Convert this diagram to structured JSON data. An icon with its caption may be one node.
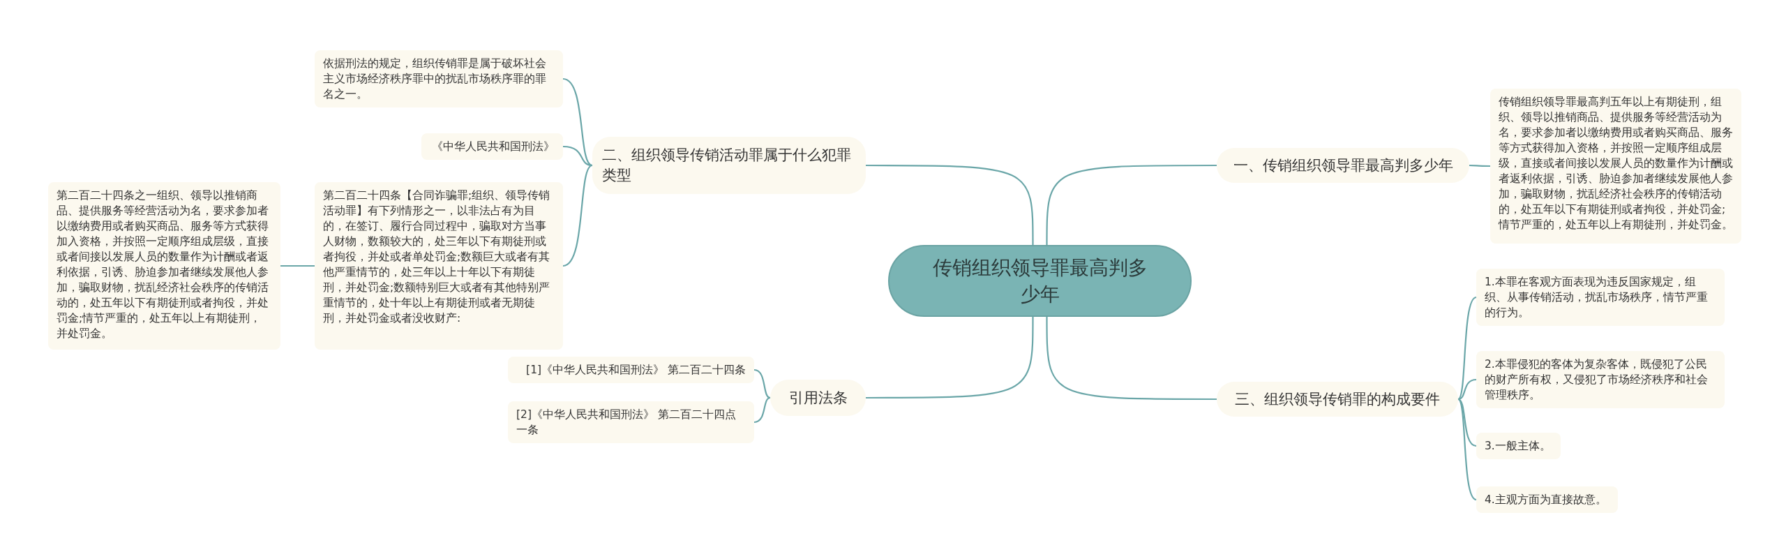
{
  "diagram": {
    "nodes": [
      {
        "text": [
          "传销组织领导罪最高判多少年"
        ]
      },
      {
        "text": [
          "一、传销组织领导罪最高判多少年"
        ]
      },
      {
        "text": [
          "传销组织领导罪最高判五年以上有期徒刑，组织、领导以推销商品、提供服务等经营活动为名，要求参加者以缴纳费用或者购买商品、服务等方式获得加入资格，并按照一定顺序组成层级，直接或者间接以发展人员的数量作为计酬或者返利依据，引诱、胁迫参加者继续发展他人参加，骗取财物，扰乱经济社会秩序的传销活动的，处五年以下有期徒刑或者拘役，并处罚金;情节严重的，处五年以上有期徒刑，并处罚金。"
        ]
      },
      {
        "text": [
          "二、组织领导传销活动罪属于什么犯罪类型"
        ]
      },
      {
        "text": [
          "依据刑法的规定，组织传销罪是属于破坏社会主义市场经济秩序罪中的扰乱市场秩序罪的罪名之一。"
        ]
      },
      {
        "text": [
          "《中华人民共和国刑法》"
        ]
      },
      {
        "text": [
          "第二百二十四条【合同诈骗罪;组织、领导传销活动罪】有下列情形之一，以非法占有为目的，在签订、履行合同过程中，骗取对方当事人财物，数额较大的，处三年以下有期徒刑或者拘役，并处或者单处罚金;数额巨大或者有其他严重情节的，处三年以上十年以下有期徒刑，并处罚金;数额特别巨大或者有其他特别严重情节的，处十年以上有期徒刑或者无期徒刑，并处罚金或者没收财产:"
        ]
      },
      {
        "text": [
          "第二百二十四条之一组织、领导以推销商品、提供服务等经营活动为名，要求参加者以缴纳费用或者购买商品、服务等方式获得加入资格，并按照一定顺序组成层级，直接或者间接以发展人员的数量作为计酬或者返利依据，引诱、胁迫参加者继续发展他人参加，骗取财物，扰乱经济社会秩序的传销活动的，处五年以下有期徒刑或者拘役，并处罚金;情节严重的，处五年以上有期徒刑，并处罚金。"
        ]
      },
      {
        "text": [
          "三、组织领导传销罪的构成要件"
        ]
      },
      {
        "text": [
          "1.本罪在客观方面表现为违反国家规定，组织、从事传销活动，扰乱市场秩序，情节严重的行为。"
        ]
      },
      {
        "text": [
          "2.本罪侵犯的客体为复杂客体，既侵犯了公民的财产所有权，又侵犯了市场经济秩序和社会管理秩序。"
        ]
      },
      {
        "text": [
          "3.一般主体。"
        ]
      },
      {
        "text": [
          "4.主观方面为直接故意。"
        ]
      },
      {
        "text": [
          "引用法条"
        ]
      },
      {
        "text": [
          "[1]《中华人民共和国刑法》 第二百二十四条"
        ]
      },
      {
        "text": [
          "[2]《中华人民共和国刑法》 第二百二十四点一条"
        ]
      }
    ],
    "edges": [
      {
        "from": 0,
        "to": 1,
        "arrow": "none"
      },
      {
        "from": 1,
        "to": 2,
        "arrow": "none"
      },
      {
        "from": 0,
        "to": 3,
        "arrow": "none"
      },
      {
        "from": 3,
        "to": 4,
        "arrow": "none"
      },
      {
        "from": 3,
        "to": 5,
        "arrow": "none"
      },
      {
        "from": 3,
        "to": 6,
        "arrow": "none"
      },
      {
        "from": 6,
        "to": 7,
        "arrow": "none"
      },
      {
        "from": 0,
        "to": 8,
        "arrow": "none"
      },
      {
        "from": 8,
        "to": 9,
        "arrow": "none"
      },
      {
        "from": 8,
        "to": 10,
        "arrow": "none"
      },
      {
        "from": 8,
        "to": 11,
        "arrow": "none"
      },
      {
        "from": 8,
        "to": 12,
        "arrow": "none"
      },
      {
        "from": 0,
        "to": 13,
        "arrow": "none"
      },
      {
        "from": 13,
        "to": 14,
        "arrow": "none"
      },
      {
        "from": 13,
        "to": 15,
        "arrow": "none"
      }
    ]
  }
}
